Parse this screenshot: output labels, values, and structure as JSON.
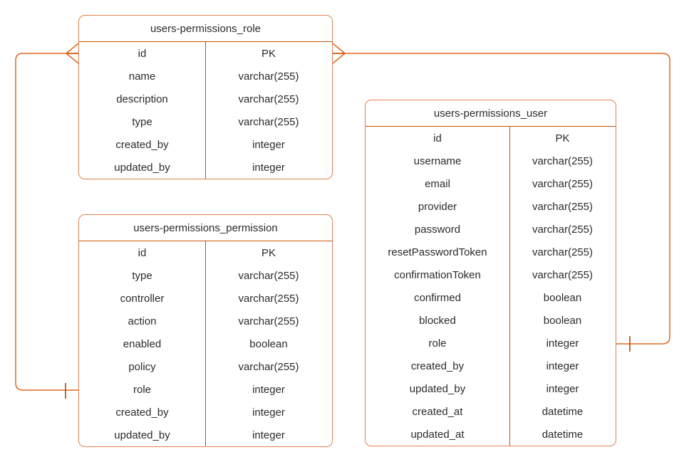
{
  "diagram": {
    "type": "entity-relationship-diagram",
    "colors": {
      "entity_border": "#e08050",
      "inner_rule": "#c25508",
      "connector": "#e06820",
      "text": "#2b2b2b",
      "background": "#ffffff"
    },
    "entities": [
      {
        "id": "role",
        "title": "users-permissions_role",
        "columns": [
          {
            "name": "id",
            "type": "PK"
          },
          {
            "name": "name",
            "type": "varchar(255)"
          },
          {
            "name": "description",
            "type": "varchar(255)"
          },
          {
            "name": "type",
            "type": "varchar(255)"
          },
          {
            "name": "created_by",
            "type": "integer"
          },
          {
            "name": "updated_by",
            "type": "integer"
          }
        ]
      },
      {
        "id": "permission",
        "title": "users-permissions_permission",
        "columns": [
          {
            "name": "id",
            "type": "PK"
          },
          {
            "name": "type",
            "type": "varchar(255)"
          },
          {
            "name": "controller",
            "type": "varchar(255)"
          },
          {
            "name": "action",
            "type": "varchar(255)"
          },
          {
            "name": "enabled",
            "type": "boolean"
          },
          {
            "name": "policy",
            "type": "varchar(255)"
          },
          {
            "name": "role",
            "type": "integer"
          },
          {
            "name": "created_by",
            "type": "integer"
          },
          {
            "name": "updated_by",
            "type": "integer"
          }
        ]
      },
      {
        "id": "user",
        "title": "users-permissions_user",
        "columns": [
          {
            "name": "id",
            "type": "PK"
          },
          {
            "name": "username",
            "type": "varchar(255)"
          },
          {
            "name": "email",
            "type": "varchar(255)"
          },
          {
            "name": "provider",
            "type": "varchar(255)"
          },
          {
            "name": "password",
            "type": "varchar(255)"
          },
          {
            "name": "resetPasswordToken",
            "type": "varchar(255)"
          },
          {
            "name": "confirmationToken",
            "type": "varchar(255)"
          },
          {
            "name": "confirmed",
            "type": "boolean"
          },
          {
            "name": "blocked",
            "type": "boolean"
          },
          {
            "name": "role",
            "type": "integer"
          },
          {
            "name": "created_by",
            "type": "integer"
          },
          {
            "name": "updated_by",
            "type": "integer"
          },
          {
            "name": "created_at",
            "type": "datetime"
          },
          {
            "name": "updated_at",
            "type": "datetime"
          }
        ]
      }
    ],
    "relationships": [
      {
        "id": "role-permission",
        "from": "permission",
        "to": "role",
        "from_marker": "one",
        "to_marker": "crows-foot",
        "routing": "left"
      },
      {
        "id": "role-user",
        "from": "user",
        "to": "role",
        "from_marker": "one",
        "to_marker": "crows-foot",
        "routing": "right"
      }
    ]
  }
}
